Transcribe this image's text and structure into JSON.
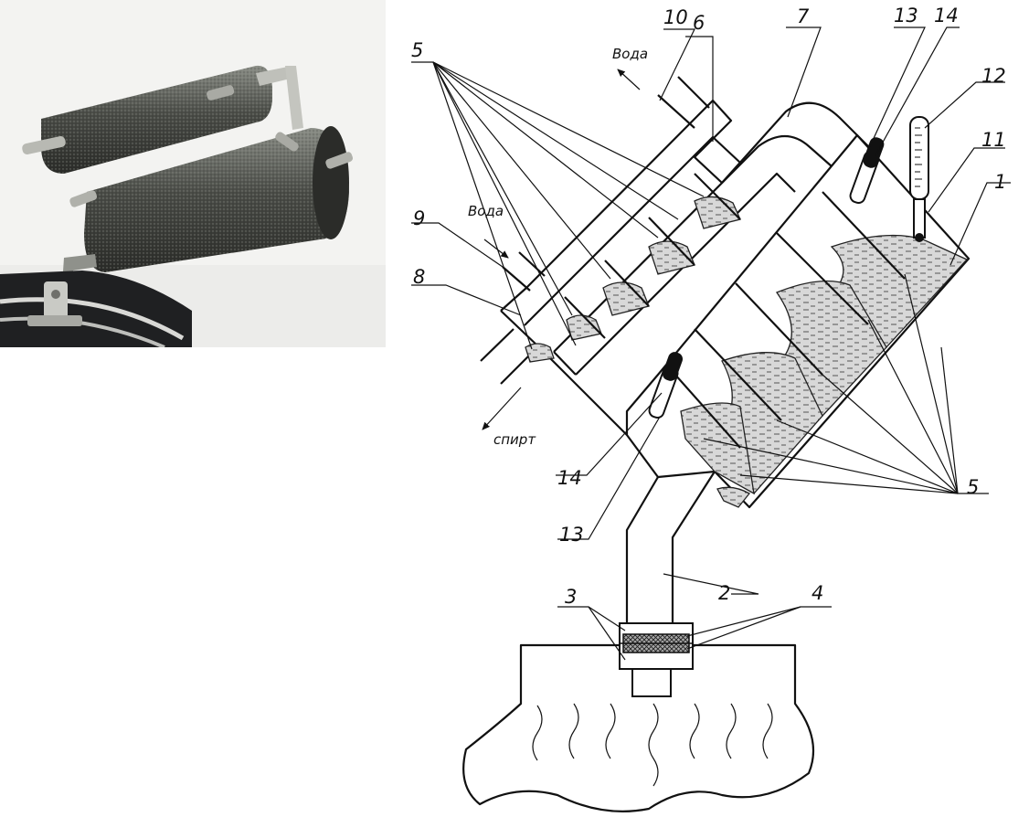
{
  "photo": {
    "colors": {
      "background": "#f2f2f2",
      "metal_dark": "#3a3c38",
      "metal_mid": "#6e716a",
      "pipe": "#b9bab4"
    }
  },
  "diagram": {
    "labels": {
      "n1": "1",
      "n2": "2",
      "n3": "3",
      "n4": "4",
      "n5a": "5",
      "n5b": "5",
      "n6": "6",
      "n7": "7",
      "n8": "8",
      "n9": "9",
      "n10": "10",
      "n11": "11",
      "n12": "12",
      "n13a": "13",
      "n13b": "13",
      "n14a": "14",
      "n14b": "14"
    },
    "flow": {
      "water_out": "Вода",
      "water_in": "Вода",
      "spirit": "спирт"
    },
    "colors": {
      "ink": "#111111",
      "liquid": "#d8d8d8"
    }
  }
}
